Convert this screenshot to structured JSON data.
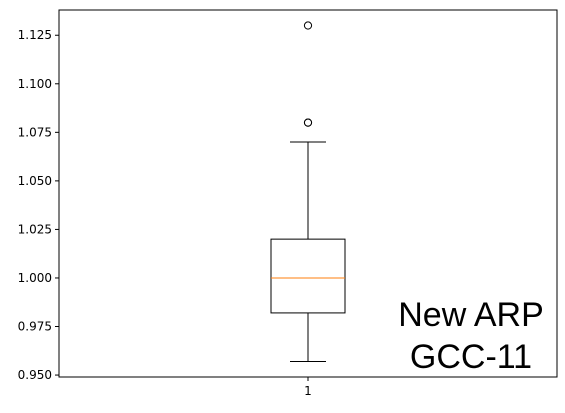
{
  "chart_data": {
    "type": "box",
    "categories": [
      "1"
    ],
    "boxes": [
      {
        "category": "1",
        "whisker_low": 0.957,
        "q1": 0.982,
        "median": 1.0,
        "q3": 1.02,
        "whisker_high": 1.07,
        "outliers": [
          1.08,
          1.08,
          1.13
        ]
      }
    ],
    "ylim": [
      0.949,
      1.138
    ],
    "yticks": [
      0.95,
      0.975,
      1.0,
      1.025,
      1.05,
      1.075,
      1.1,
      1.125
    ],
    "ytick_labels": [
      "0.950",
      "0.975",
      "1.000",
      "1.025",
      "1.050",
      "1.075",
      "1.100",
      "1.125"
    ],
    "xtick_labels": [
      "1"
    ],
    "annotation": [
      "New ARP",
      "GCC-11"
    ],
    "grid": false,
    "colors": {
      "box": "#000000",
      "median": "#ff7f0e",
      "outlier": "#000000",
      "axes": "#000000",
      "background": "#ffffff"
    }
  }
}
